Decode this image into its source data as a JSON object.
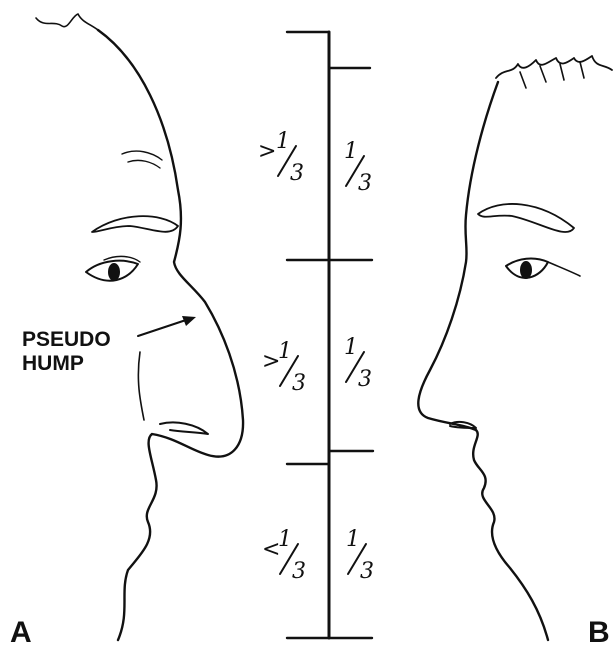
{
  "annotation": {
    "line1": "PSEUDO",
    "line2": "HUMP"
  },
  "panels": {
    "left": "A",
    "right": "B"
  },
  "ruler": {
    "left_labels": [
      {
        "prefix": ">",
        "num": "1",
        "den": "3"
      },
      {
        "prefix": ">",
        "num": "1",
        "den": "3"
      },
      {
        "prefix": "<",
        "num": "1",
        "den": "3"
      }
    ],
    "right_labels": [
      {
        "num": "1",
        "den": "3"
      },
      {
        "num": "1",
        "den": "3"
      },
      {
        "num": "1",
        "den": "3"
      }
    ]
  },
  "colors": {
    "ink": "#111111",
    "background": "#ffffff"
  }
}
